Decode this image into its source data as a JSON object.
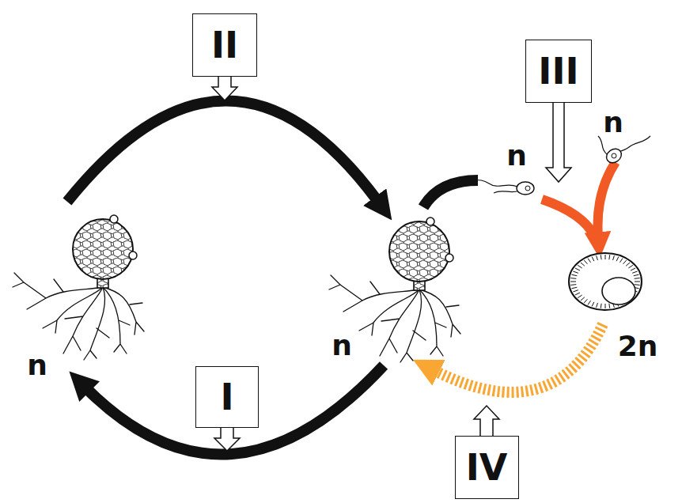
{
  "diagram": {
    "nodes": [
      {
        "text": [
          "II"
        ]
      },
      {
        "text": [
          "III"
        ]
      },
      {
        "text": [
          "I"
        ]
      },
      {
        "text": [
          "IV"
        ]
      }
    ],
    "edges": [],
    "labels": [
      "n",
      "n",
      "n",
      "n",
      "2n"
    ]
  }
}
